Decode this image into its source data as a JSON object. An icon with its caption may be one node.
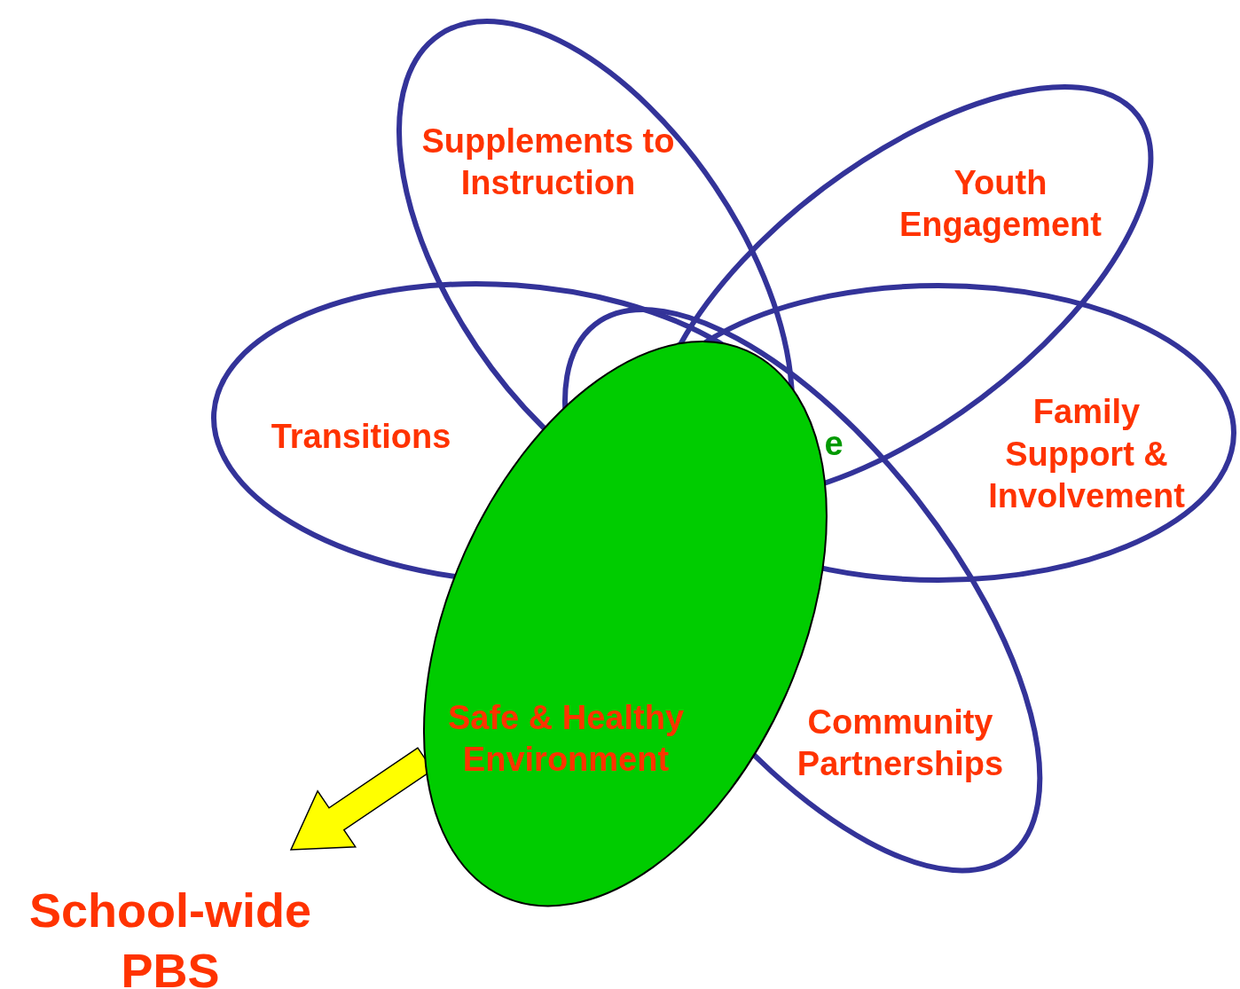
{
  "diagram": {
    "nodes": [
      {
        "text": [
          "Supplements to Instruction"
        ]
      },
      {
        "text": [
          "Youth Engagement"
        ]
      },
      {
        "text": [
          "Transitions"
        ]
      },
      {
        "text": [
          "Family Support & Involvement"
        ]
      },
      {
        "text": [
          "Community Partnerships"
        ]
      },
      {
        "text": [
          "Safe & Healthy Environment"
        ]
      },
      {
        "text": [
          "School-wide PBS"
        ]
      }
    ],
    "edges": [
      {
        "from": 5,
        "to": 6,
        "arrow": "to",
        "style": "thick",
        "color": "#ffff00"
      }
    ],
    "labels": [
      "e"
    ]
  }
}
